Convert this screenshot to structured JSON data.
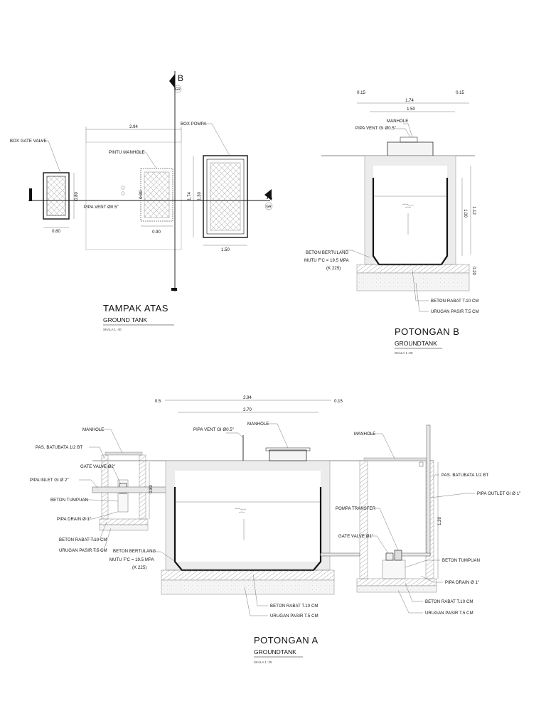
{
  "plan": {
    "title": "TAMPAK ATAS",
    "subtitle": "GROUND TANK",
    "scale": "SKALA 1 :40",
    "box_gate_valve": "BOX GATE VALVE",
    "pintu_manhole": "PINTU MANHOLE",
    "box_pompa": "BOX POMPA",
    "pipa_vent": "PIPA VENT Ø0.5\"",
    "dims": {
      "d294": "2.94",
      "d080h": "0.80",
      "d080v": "0.80",
      "d090h": "0.90",
      "d090v": "0.90",
      "d174": "1.74",
      "d130": "1.30",
      "d150": "1.50"
    },
    "section_b": {
      "letter": "B",
      "code": "GR"
    },
    "section_a": {
      "letter": "A",
      "code": "GR"
    }
  },
  "section_b": {
    "title": "POTONGAN B",
    "subtitle": "GROUNDTANK",
    "scale": "SKALA 1 :25",
    "manhole": "MANHOLE",
    "pipa_vent": "PIPA VENT GI Ø0.5\"",
    "beton_bertulang": "BETON BERTULANG",
    "mutu": "MUTU F'C = 19.5 MPA",
    "k": "(K 225)",
    "beton_rabat": "BETON RABAT T.10 CM",
    "urugan_pasir": "URUGAN PASIR T.5 CM",
    "dims": {
      "d015a": "0.15",
      "d174": "1.74",
      "d015b": "0.15",
      "d150": "1.50",
      "d100": "1.00",
      "d112": "1.12",
      "d020": "0.20"
    }
  },
  "section_a": {
    "title": "POTONGAN A",
    "subtitle": "GROUNDTANK",
    "scale": "SKALA 1 :25",
    "manhole_left": "MANHOLE",
    "pas_batubata_left": "PAS. BATUBATA 1/2 BT",
    "gate_valve_2": "GATE VALVE Ø2\"",
    "pipa_inlet": "PIPA INLET GI Ø 2\"",
    "beton_tumpuan_left": "BETON TUMPUAN",
    "pipa_drain_left": "PIPA DRAIN Ø 1\"",
    "beton_rabat_left": "BETON RABAT T.10 CM",
    "urugan_pasir_left": "URUGAN PASIR T.5 CM",
    "pipa_vent": "PIPA VENT GI Ø0.5\"",
    "manhole_mid": "MANHOLE",
    "beton_bertulang": "BETON BERTULANG",
    "mutu": "MUTU F'C = 19.5 MPA",
    "k": "(K 225)",
    "beton_rabat_mid": "BETON RABAT T.10 CM",
    "urugan_pasir_mid": "URUGAN PASIR T.5 CM",
    "manhole_right": "MANHOLE",
    "pas_batubata_right": "PAS. BATUBATA 1/2 BT",
    "pipa_outlet": "PIPA OUTLET GI Ø 1\"",
    "pompa_transfer": "POMPA TRANSFER",
    "gate_valve_1": "GATE VALVE Ø1\"",
    "beton_tumpuan_right": "BETON TUMPUAN",
    "pipa_drain_right": "PIPA DRAIN Ø 1\"",
    "beton_rabat_right": "BETON RABAT T.10 CM",
    "urugan_pasir_right": "URUGAN PASIR T.5 CM",
    "dims": {
      "d05": "0.5",
      "d294": "2.94",
      "d015": "0.15",
      "d270": "2.70",
      "d080": "0.80",
      "d120": "1.20"
    }
  }
}
